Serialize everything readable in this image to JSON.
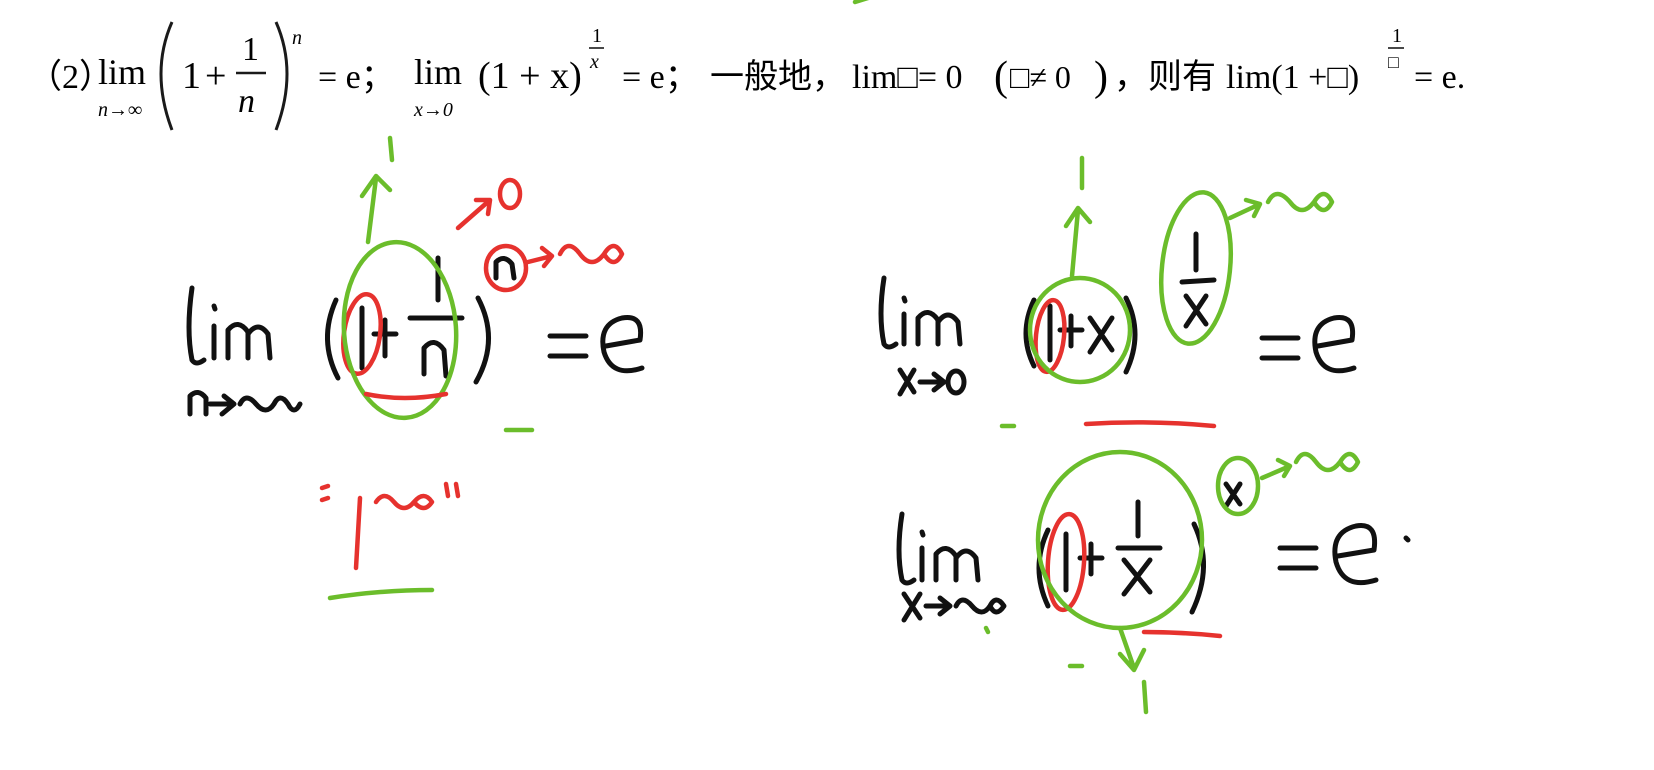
{
  "printed": {
    "item_label": "（2）",
    "lim": "lim",
    "sub1": "n→∞",
    "one": "1",
    "plus": "+",
    "frac1_num": "1",
    "frac1_den": "n",
    "exp1": "n",
    "eq_e1": "= e；",
    "sub2": "x→0",
    "base2": "(1 + x)",
    "exp2_num": "1",
    "exp2_den": "x",
    "eq_e2": "= e；",
    "general": "一般地，",
    "lim_box_zero": "lim□= 0",
    "cond_open": "(",
    "cond": "□≠ 0",
    "cond_close": ")",
    "then_have": "，则有",
    "lim_box": "lim(1 +□)",
    "exp3_num": "1",
    "exp3_den": "□",
    "eq_e3": "= e."
  },
  "colors": {
    "print_ink": "#1a1a1a",
    "pen_black": "#111111",
    "pen_red": "#e6322e",
    "pen_green": "#6bbd2b"
  }
}
